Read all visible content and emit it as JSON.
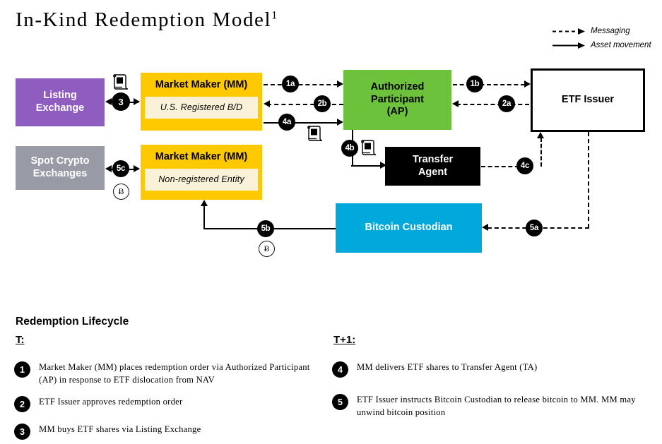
{
  "title": {
    "text": "In-Kind Redemption Model",
    "footnote": "1"
  },
  "legend": {
    "items": [
      {
        "icon": "dashed-arrow-icon",
        "label": "Messaging"
      },
      {
        "icon": "solid-arrow-icon",
        "label": "Asset movement"
      }
    ]
  },
  "diagram": {
    "nodes": {
      "listing_exchange": {
        "label": "Listing\nExchange",
        "color": "#8f5cc0"
      },
      "spot_crypto_exchanges": {
        "label": "Spot Crypto\nExchanges",
        "color": "#989aa6"
      },
      "market_maker_1": {
        "label": "Market Maker (MM)",
        "sublabel": "U.S. Registered  B/D",
        "color": "#ffc900",
        "chip_color": "#faf2d8"
      },
      "market_maker_2": {
        "label": "Market Maker (MM)",
        "sublabel": "Non-registered Entity",
        "color": "#ffc900",
        "chip_color": "#faf2d8"
      },
      "authorized_participant": {
        "label": "Authorized\nParticipant\n(AP)",
        "color": "#6dc23c"
      },
      "transfer_agent": {
        "label": "Transfer\nAgent",
        "color": "#000000"
      },
      "etf_issuer": {
        "label": "ETF Issuer",
        "color": "#ffffff"
      },
      "bitcoin_custodian": {
        "label": "Bitcoin Custodian",
        "color": "#00a8dc"
      }
    },
    "step_badges": {
      "s3": "3",
      "s5c": "5c",
      "s1a": "1a",
      "s2b": "2b",
      "s4a": "4a",
      "s1b": "1b",
      "s2a": "2a",
      "s4b": "4b",
      "s4c": "4c",
      "s5a": "5a",
      "s5b": "5b"
    },
    "btc_symbol": "Ƀ"
  },
  "lifecycle": {
    "heading": "Redemption Lifecycle",
    "columns": [
      {
        "heading": "T:",
        "steps": [
          {
            "num": "1",
            "text": "Market Maker (MM) places redemption order via Authorized Participant (AP) in response to ETF dislocation from NAV"
          },
          {
            "num": "2",
            "text": "ETF Issuer approves redemption order"
          },
          {
            "num": "3",
            "text": "MM buys ETF shares via Listing Exchange"
          }
        ]
      },
      {
        "heading": "T+1:",
        "steps": [
          {
            "num": "4",
            "text": "MM delivers ETF shares to Transfer Agent (TA)"
          },
          {
            "num": "5",
            "text": "ETF Issuer instructs Bitcoin Custodian to release bitcoin to MM. MM may unwind bitcoin position"
          }
        ]
      }
    ]
  }
}
